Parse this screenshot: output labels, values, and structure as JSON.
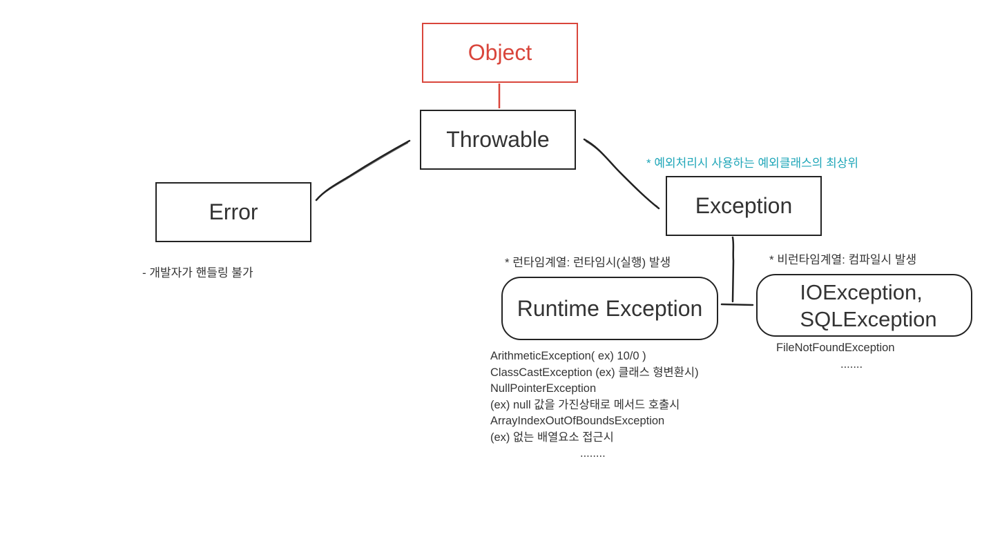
{
  "nodes": {
    "object": "Object",
    "throwable": "Throwable",
    "error": "Error",
    "exception": "Exception",
    "runtime_exception": "Runtime Exception",
    "checked_exception": "IOException,\nSQLException"
  },
  "notes": {
    "exception_note": "* 예외처리시 사용하는 예외클래스의 최상위",
    "error_note": "- 개발자가 핸들링 불가",
    "runtime_note": "* 런타임계열: 런타임시(실행) 발생",
    "checked_note": "* 비런타임계열: 컴파일시 발생"
  },
  "runtime_examples": [
    "ArithmeticException( ex) 10/0 )",
    "ClassCastException (ex) 클래스 형변환시)",
    "NullPointerException",
    "(ex) null 값을 가진상태로 메서드 호출시",
    "ArrayIndexOutOfBoundsException",
    "(ex) 없는 배열요소 접근시",
    "........"
  ],
  "checked_examples": [
    "FileNotFoundException",
    "......."
  ],
  "colors": {
    "object_accent": "#d9453b",
    "note_cyan": "#1fa6b8",
    "line": "#222222"
  }
}
